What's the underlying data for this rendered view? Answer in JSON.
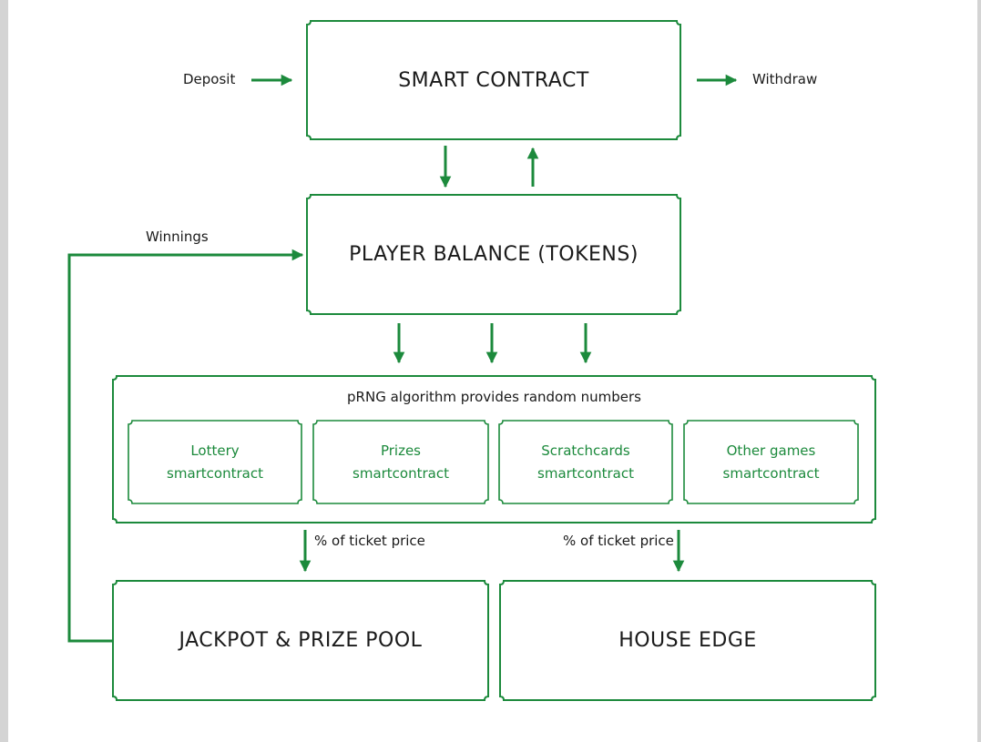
{
  "colors": {
    "accent": "#1c8a3c",
    "text": "#1a1a1a"
  },
  "nodes": {
    "smart_contract": "SMART CONTRACT",
    "player_balance": "PLAYER BALANCE (TOKENS)",
    "jackpot": "JACKPOT & PRIZE POOL",
    "house_edge": "HOUSE EDGE"
  },
  "flows": {
    "deposit": "Deposit",
    "withdraw": "Withdraw",
    "winnings": "Winnings",
    "ticket_left": "% of ticket price",
    "ticket_right": "% of ticket price"
  },
  "prng": {
    "title": "pRNG algorithm provides random numbers",
    "games": [
      {
        "name": "Lottery",
        "sub": "smartcontract"
      },
      {
        "name": "Prizes",
        "sub": "smartcontract"
      },
      {
        "name": "Scratchcards",
        "sub": "smartcontract"
      },
      {
        "name": "Other games",
        "sub": "smartcontract"
      }
    ]
  }
}
